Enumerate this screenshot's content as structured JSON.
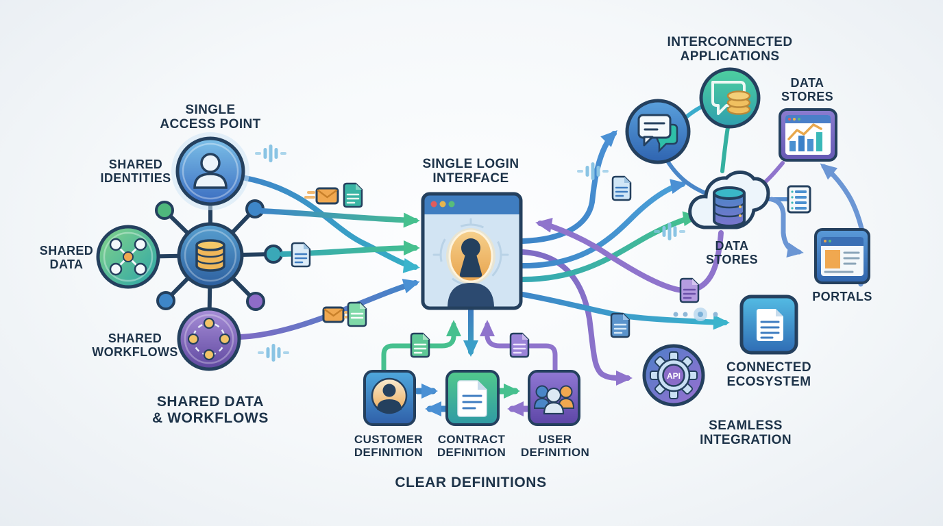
{
  "left": {
    "single_access_point": "SINGLE\nACCESS POINT",
    "shared_identities": "SHARED\nIDENTITIES",
    "shared_data": "SHARED\nDATA",
    "shared_workflows": "SHARED\nWORKFLOWS",
    "shared_data_workflows": "SHARED DATA\n& WORKFLOWS"
  },
  "center": {
    "single_login_interface": "SINGLE LOGIN\nINTERFACE",
    "definitions": [
      {
        "label": "CUSTOMER\nDEFINITION"
      },
      {
        "label": "CONTRACT\nDEFINITION"
      },
      {
        "label": "USER\nDEFINITION"
      }
    ],
    "clear_definitions": "CLEAR DEFINITIONS"
  },
  "right": {
    "interconnected_applications": "INTERCONNECTED\nAPPLICATIONS",
    "data_stores_top": "DATA\nSTORES",
    "data_stores_cloud": "DATA\nSTORES",
    "portals": "PORTALS",
    "connected_ecosystem": "CONNECTED\nECOSYSTEM",
    "seamless_integration": "SEAMLESS\nINTEGRATION",
    "api_badge": "API"
  },
  "palette": {
    "text": "#1d3349",
    "outline": "#24405e",
    "blue": "#3e86c8",
    "teal": "#3ab4cc",
    "green": "#46c08e",
    "purple": "#8f74cc",
    "orange": "#f0a850",
    "gold": "#f0c060",
    "window_body": "#d2e4f3",
    "window_bar": "#3f7dc0"
  }
}
